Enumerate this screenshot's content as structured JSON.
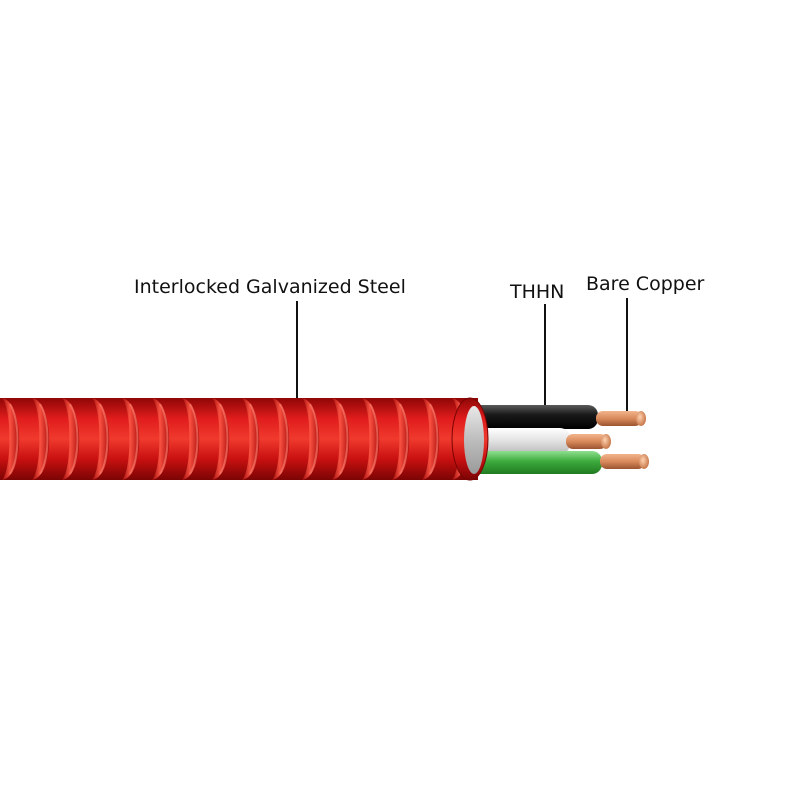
{
  "labels": {
    "steel": "Interlocked Galvanized Steel",
    "thhn": "THHN",
    "copper": "Bare Copper"
  },
  "colors": {
    "armor": "#d41515",
    "armor_dark": "#8f0606",
    "armor_light": "#ff6a5c",
    "black_conductor": "#1e1e1e",
    "white_conductor": "#e8e8e8",
    "green_conductor": "#3cab3c",
    "copper": "#d98a5c",
    "leader": "#111111"
  }
}
